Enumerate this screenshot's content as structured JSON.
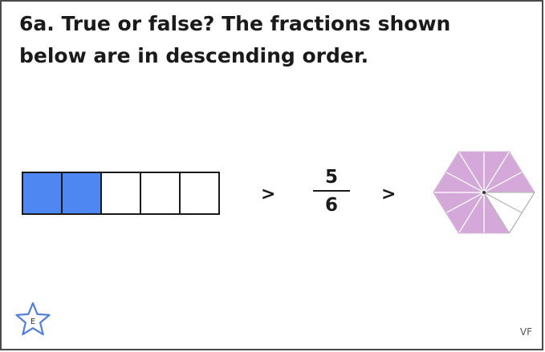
{
  "question": {
    "line1": "6a. True or false? The fractions shown",
    "line2": "below are in descending order."
  },
  "bar_model": {
    "parts": 5,
    "shaded": 2,
    "fill_color": "#4f87f2"
  },
  "comparison_symbol": ">",
  "fraction": {
    "numerator": "5",
    "denominator": "6"
  },
  "hexagon_model": {
    "parts": 12,
    "shaded": 10,
    "fill_color": "#d4a8d9"
  },
  "badge": {
    "icon": "star-icon",
    "letter": "E"
  },
  "footer_code": "VF"
}
